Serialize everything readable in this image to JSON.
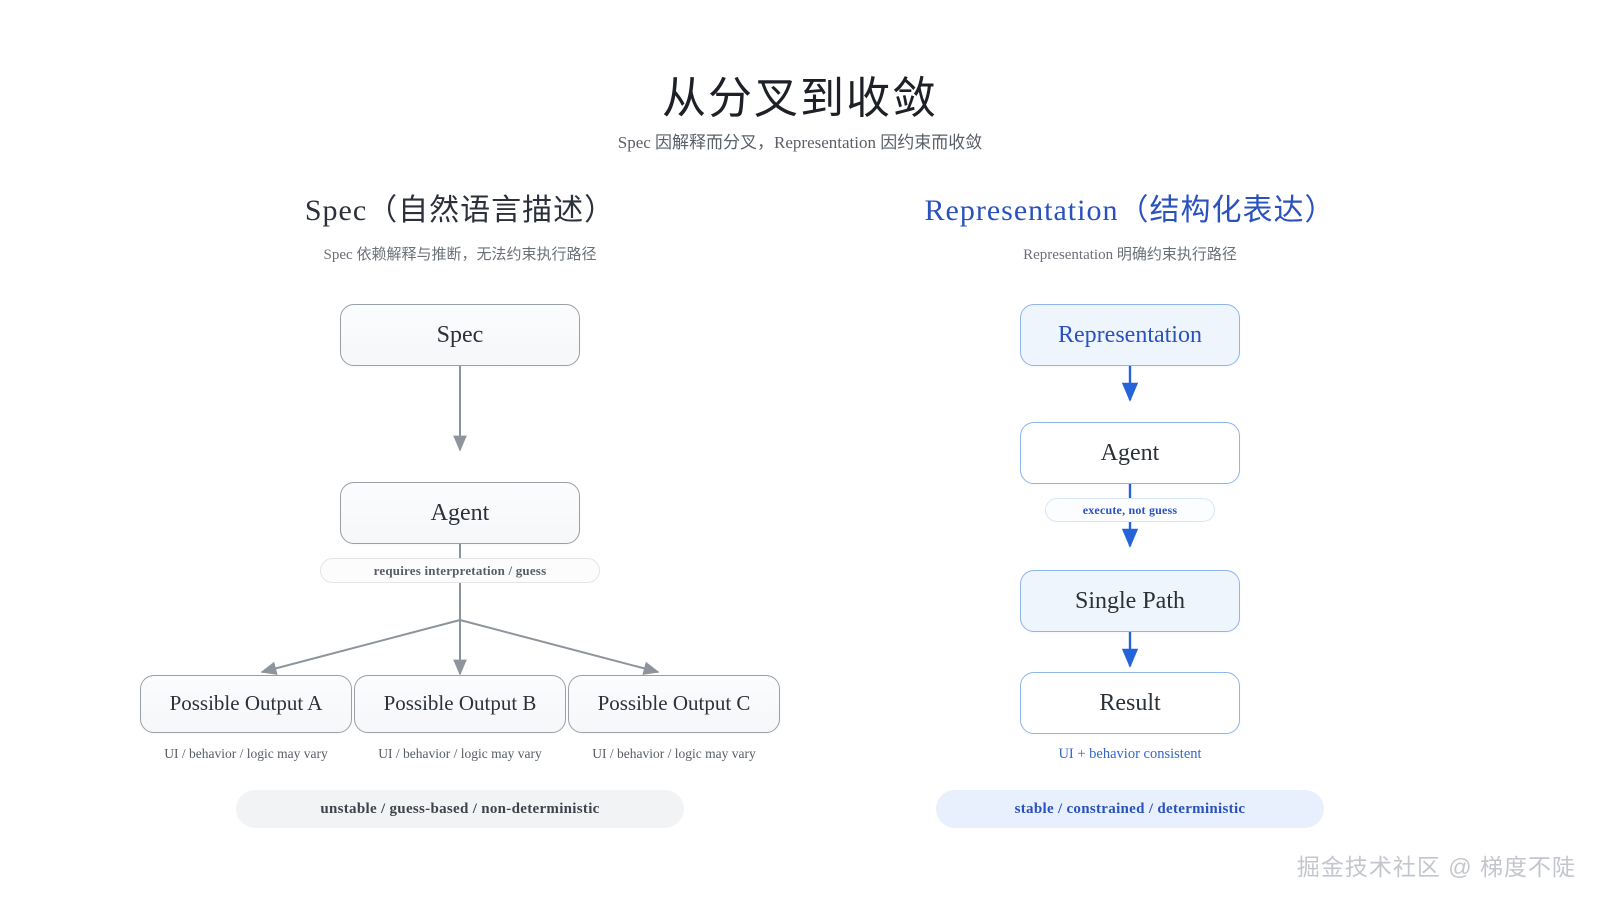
{
  "header": {
    "title": "从分叉到收敛",
    "subtitle": "Spec 因解释而分叉，Representation 因约束而收敛"
  },
  "colors": {
    "accent_blue": "#2a52be",
    "arrow_blue": "#2563d9",
    "arrow_grey": "#8e949c",
    "node_grey_border": "#9aa0a8",
    "node_blue_border": "#8fb6e8",
    "blue_fill": "#eef5fd",
    "grey_fill": "#f6f7f9"
  },
  "left_column": {
    "title": "Spec（自然语言描述）",
    "subtitle": "Spec 依赖解释与推断，无法约束执行路径",
    "nodes": {
      "spec": "Spec",
      "agent": "Agent",
      "outputs": [
        "Possible Output A",
        "Possible Output B",
        "Possible Output C"
      ]
    },
    "edge_label": "requires interpretation / guess",
    "captions": [
      "UI / behavior / logic may vary",
      "UI / behavior / logic may vary",
      "UI / behavior / logic may vary"
    ],
    "summary": "unstable / guess-based / non-deterministic"
  },
  "right_column": {
    "title": "Representation（结构化表达）",
    "subtitle": "Representation 明确约束执行路径",
    "nodes": {
      "representation": "Representation",
      "agent": "Agent",
      "single_path": "Single Path",
      "result": "Result"
    },
    "edge_label": "execute, not guess",
    "caption": "UI + behavior consistent",
    "summary": "stable / constrained / deterministic"
  },
  "watermark": "掘金技术社区 @ 梯度不陡"
}
